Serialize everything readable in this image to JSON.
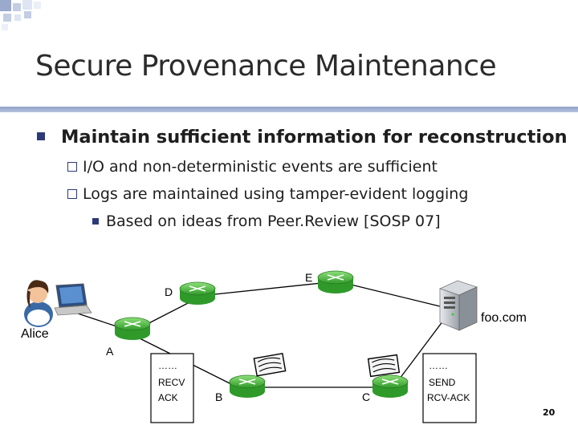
{
  "slide": {
    "title": "Secure Provenance Maintenance",
    "bullet": "Maintain sufficient information for reconstruction",
    "sub_bullets": [
      "I/O and non-deterministic events are sufficient",
      "Logs are maintained using tamper-evident logging"
    ],
    "sub_sub_bullet": "Based on ideas from Peer.Review [SOSP 07]",
    "page_number": "20"
  },
  "diagram": {
    "nodes": {
      "alice": "Alice",
      "a": "A",
      "b": "B",
      "c": "C",
      "d": "D",
      "e": "E",
      "server": "foo.com"
    },
    "log_left": [
      "……",
      "RECV",
      "ACK"
    ],
    "log_right": [
      "……",
      "SEND",
      "RCV-ACK"
    ]
  },
  "colors": {
    "accent": "#2c3a78",
    "router": "#4cbb3c",
    "rule": "#8fa2c8"
  }
}
